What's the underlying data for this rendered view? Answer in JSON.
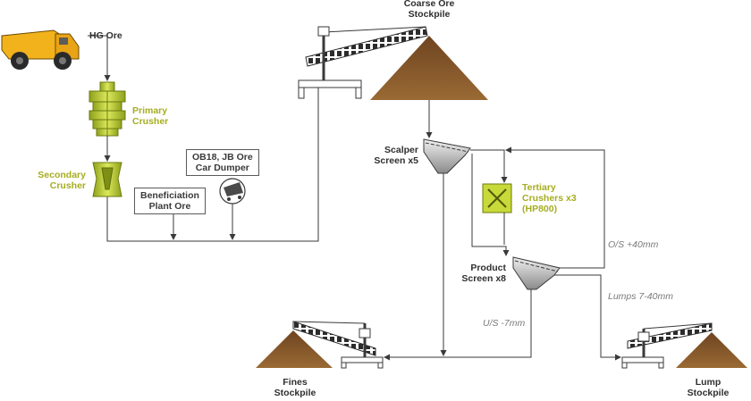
{
  "labels": {
    "hg_ore": "HG Ore",
    "primary_crusher": [
      "Primary",
      "Crusher"
    ],
    "secondary_crusher": [
      "Secondary",
      "Crusher"
    ],
    "car_dumper": [
      "OB18, JB Ore",
      "Car Dumper"
    ],
    "beneficiation": [
      "Beneficiation",
      "Plant Ore"
    ],
    "coarse_stockpile": [
      "Coarse Ore",
      "Stockpile"
    ],
    "scalper_screen": [
      "Scalper",
      "Screen x5"
    ],
    "tertiary_crushers": [
      "Tertiary",
      "Crushers x3",
      "(HP800)"
    ],
    "product_screen": [
      "Product",
      "Screen x8"
    ],
    "oversize": "O/S +40mm",
    "lumps": "Lumps 7-40mm",
    "undersize": "U/S -7mm",
    "fines_stockpile": [
      "Fines",
      "Stockpile"
    ],
    "lump_stockpile": [
      "Lump",
      "Stockpile"
    ]
  },
  "colors": {
    "truck": "#f2b21c",
    "crusher": "#c8d93a",
    "stockpile": "#8b5a2b",
    "line": "#3a3a3a",
    "green_text": "#a6ad1f"
  }
}
